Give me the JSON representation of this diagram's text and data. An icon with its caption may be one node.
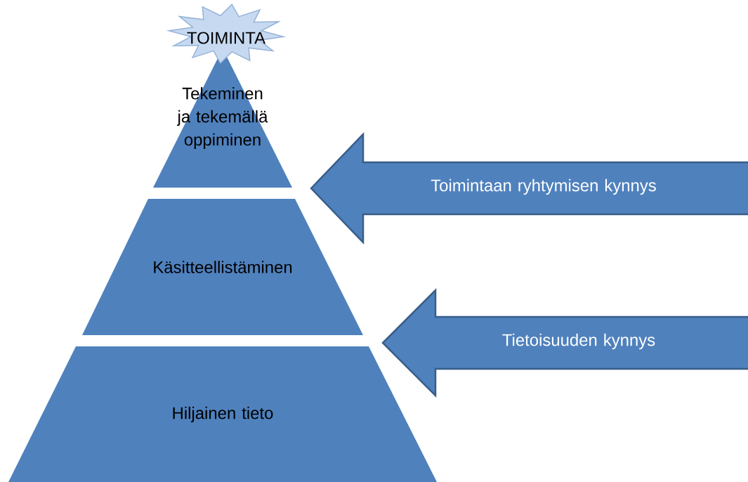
{
  "diagram": {
    "nodes": [
      {
        "text": [
          "TOIMINTA"
        ]
      },
      {
        "text": [
          "Tekeminen ja tekemällä oppiminen"
        ]
      },
      {
        "text": [
          "Käsitteellistäminen"
        ]
      },
      {
        "text": [
          "Hiljainen tieto"
        ]
      },
      {
        "text": [
          "Toimintaan ryhtymisen kynnys"
        ]
      },
      {
        "text": [
          "Tietoisuuden kynnys"
        ]
      }
    ]
  }
}
